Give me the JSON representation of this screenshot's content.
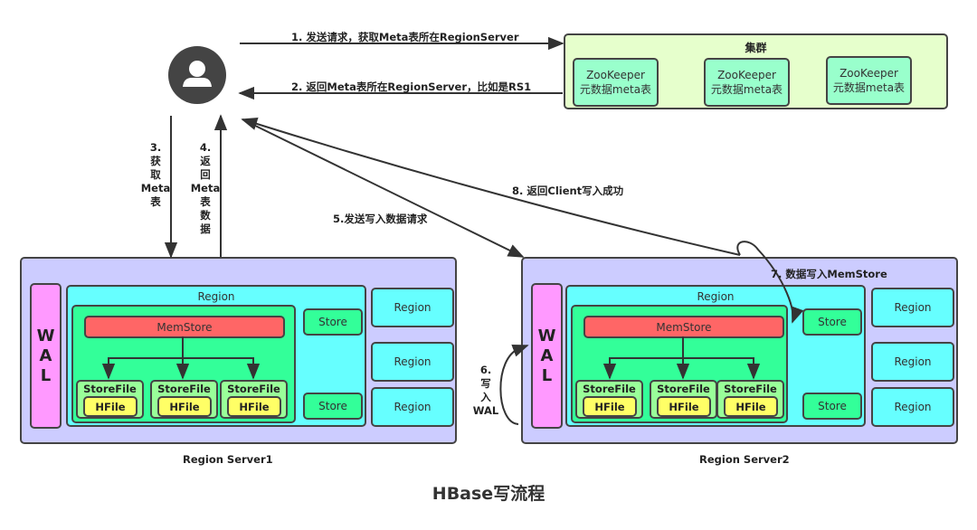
{
  "title": "HBase写流程",
  "client": {
    "icon": "user-icon"
  },
  "cluster": {
    "title": "集群",
    "nodes": [
      {
        "line1": "ZooKeeper",
        "line2": "元数据meta表"
      },
      {
        "line1": "ZooKeeper",
        "line2": "元数据meta表"
      },
      {
        "line1": "ZooKeeper",
        "line2": "元数据meta表"
      }
    ]
  },
  "steps": {
    "s1": "1. 发送请求，获取Meta表所在RegionServer",
    "s2": "2. 返回Meta表所在RegionServer，比如是RS1",
    "s3": [
      "3.",
      "获",
      "取",
      "Meta",
      "表"
    ],
    "s4": [
      "4.",
      "返",
      "回",
      "Meta",
      "表",
      "数",
      "据"
    ],
    "s5": "5.发送写入数据请求",
    "s6": [
      "6.",
      "写",
      "入",
      "WAL"
    ],
    "s7": "7. 数据写入MemStore",
    "s8": "8. 返回Client写入成功"
  },
  "servers": [
    {
      "name": "Region Server1",
      "wal": [
        "W",
        "A",
        "L"
      ],
      "region_title": "Region",
      "memstore": "MemStore",
      "storefiles": [
        {
          "label": "StoreFile",
          "hfile": "HFile"
        },
        {
          "label": "StoreFile",
          "hfile": "HFile"
        },
        {
          "label": "StoreFile",
          "hfile": "HFile"
        }
      ],
      "stores": [
        "Store",
        "Store"
      ],
      "side_regions": [
        "Region",
        "Region",
        "Region"
      ]
    },
    {
      "name": "Region Server2",
      "wal": [
        "W",
        "A",
        "L"
      ],
      "region_title": "Region",
      "memstore": "MemStore",
      "storefiles": [
        {
          "label": "StoreFile",
          "hfile": "HFile"
        },
        {
          "label": "StoreFile",
          "hfile": "HFile"
        },
        {
          "label": "StoreFile",
          "hfile": "HFile"
        }
      ],
      "stores": [
        "Store",
        "Store"
      ],
      "side_regions": [
        "Region",
        "Region",
        "Region"
      ]
    }
  ],
  "colors": {
    "cluster": "#e6ffcc",
    "zookeeper": "#99ffcc",
    "region_server": "#ccccff",
    "wal": "#ff99ff",
    "region": "#66ffff",
    "store": "#33ff99",
    "memstore": "#ff6666",
    "storefile": "#99ff99",
    "hfile": "#ffff66",
    "arrow": "#333333"
  }
}
